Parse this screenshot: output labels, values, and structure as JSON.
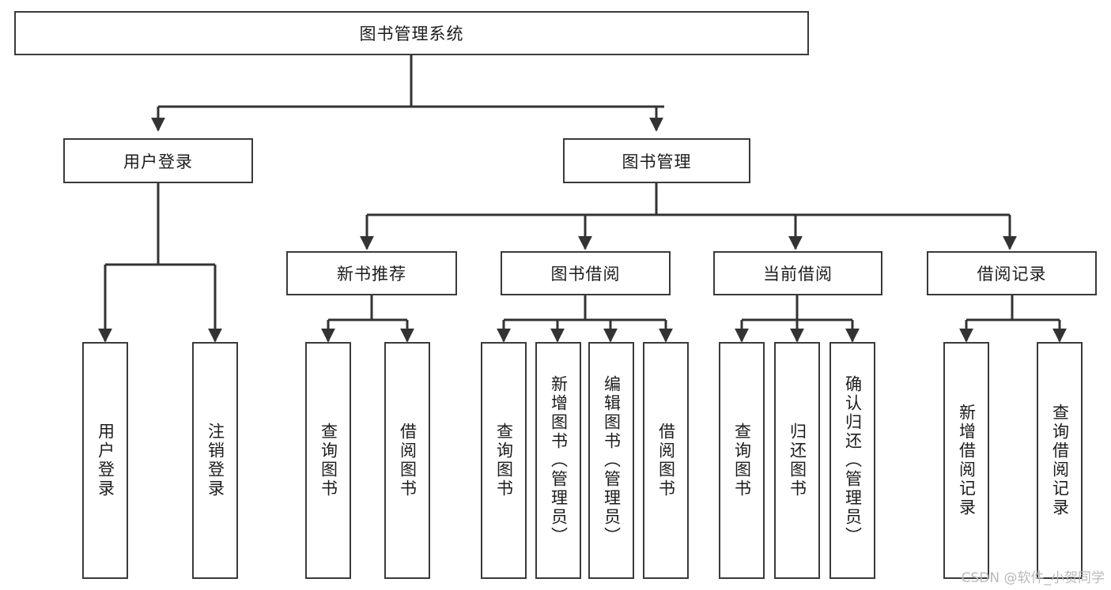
{
  "diagram": {
    "title": "图书管理系统",
    "type": "hierarchy-tree",
    "watermark": "CSDN @软件_小贺同学",
    "colors": {
      "background": "#ffffff",
      "border": "#3a3a3a",
      "text": "#1c1c1c",
      "connector": "#333333",
      "watermark": "#b9b9b9"
    },
    "nodes": {
      "root": {
        "label": "图书管理系统"
      },
      "level2": [
        {
          "label": "用户登录"
        },
        {
          "label": "图书管理"
        }
      ],
      "level3": [
        {
          "label": "新书推荐"
        },
        {
          "label": "图书借阅"
        },
        {
          "label": "当前借阅"
        },
        {
          "label": "借阅记录"
        }
      ],
      "leaves": {
        "user_login": [
          {
            "label": "用户登录"
          },
          {
            "label": "注销登录"
          }
        ],
        "new_book_recommend": [
          {
            "label": "查询图书"
          },
          {
            "label": "借阅图书"
          }
        ],
        "book_borrow": [
          {
            "label": "查询图书"
          },
          {
            "label": "新增图书（管理员）"
          },
          {
            "label": "编辑图书（管理员）"
          },
          {
            "label": "借阅图书"
          }
        ],
        "current_borrow": [
          {
            "label": "查询图书"
          },
          {
            "label": "归还图书"
          },
          {
            "label": "确认归还（管理员）"
          }
        ],
        "borrow_record": [
          {
            "label": "新增借阅记录"
          },
          {
            "label": "查询借阅记录"
          }
        ]
      }
    }
  }
}
